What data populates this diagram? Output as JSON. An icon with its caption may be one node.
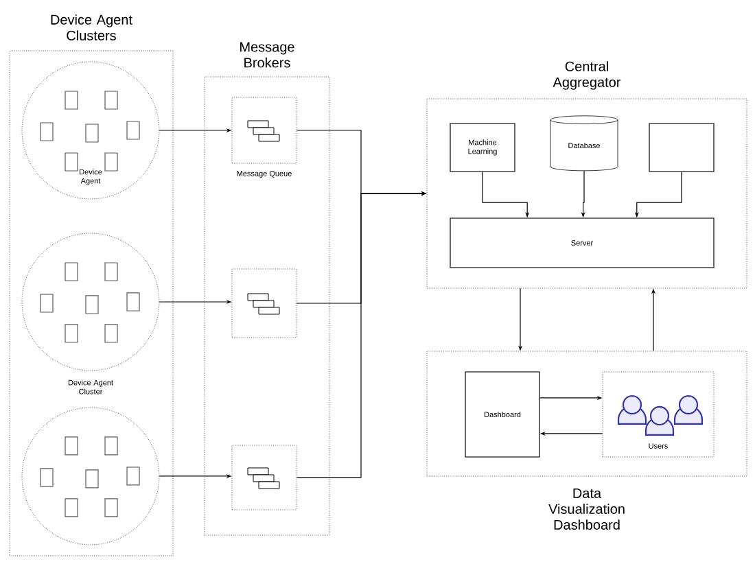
{
  "diagram": {
    "nodes": [
      {
        "text": [
          "Device Agent Clusters"
        ]
      },
      {
        "text": [
          "Device Agent"
        ],
        "in": 0
      },
      {
        "text": [],
        "shape": "circle",
        "in": 0,
        "beside": [
          "Device Agent Cluster"
        ]
      },
      {
        "text": [],
        "shape": "circle",
        "in": 0
      },
      {
        "text": [
          "Message Brokers"
        ]
      },
      {
        "text": [],
        "shape": "box",
        "in": 4,
        "beside": [
          "Message Queue"
        ]
      },
      {
        "text": [],
        "shape": "box",
        "in": 4
      },
      {
        "text": [],
        "shape": "box",
        "in": 4
      },
      {
        "text": [
          "Central Aggregator"
        ]
      },
      {
        "text": [
          "Machine Learning"
        ],
        "in": 8
      },
      {
        "text": [
          "Database"
        ],
        "in": 8
      },
      {
        "text": [],
        "shape": "box",
        "in": 8
      },
      {
        "text": [
          "Server"
        ],
        "in": 8
      },
      {
        "text": [
          "Data Visualization Dashboard"
        ]
      },
      {
        "text": [
          "Dashboard"
        ],
        "in": 13
      },
      {
        "text": [
          "Users"
        ],
        "in": 13
      }
    ],
    "edges": [
      {
        "from": 1,
        "to": 5,
        "arrow": "to"
      },
      {
        "from": 2,
        "to": 6,
        "arrow": "to"
      },
      {
        "from": 3,
        "to": 7,
        "arrow": "to"
      },
      {
        "from": 5,
        "to": 8,
        "arrow": "to"
      },
      {
        "from": 6,
        "to": 8,
        "arrow": "to"
      },
      {
        "from": 7,
        "to": 8,
        "arrow": "to"
      },
      {
        "from": 9,
        "to": 12,
        "arrow": "to"
      },
      {
        "from": 10,
        "to": 12,
        "arrow": "to"
      },
      {
        "from": 11,
        "to": 12,
        "arrow": "to"
      },
      {
        "from": 8,
        "to": 13,
        "arrow": "to"
      },
      {
        "from": 13,
        "to": 8,
        "arrow": "to"
      },
      {
        "from": 14,
        "to": 15,
        "arrow": "to"
      },
      {
        "from": 15,
        "to": 14,
        "arrow": "to"
      }
    ]
  }
}
